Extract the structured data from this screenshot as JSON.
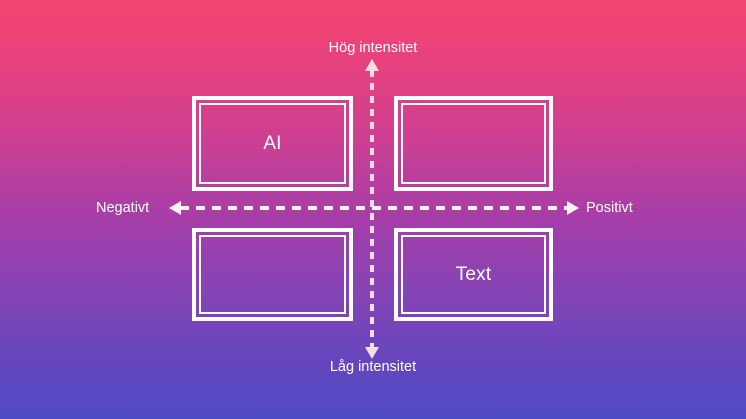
{
  "diagram": {
    "type": "two-axis-quadrant-matrix",
    "background": {
      "gradient_from": "#F5446F",
      "gradient_mid": "#A63EA9",
      "gradient_to": "#4F4BC4",
      "direction": "top-to-bottom"
    },
    "axes": {
      "vertical": {
        "top_label": "Hög intensitet",
        "bottom_label": "Låg intensitet",
        "line_color": "#FBDCE0",
        "style": "dashed-double-arrow"
      },
      "horizontal": {
        "left_label": "Negativt",
        "right_label": "Positivt",
        "line_color": "#FDF0F1",
        "style": "dashed-double-arrow"
      }
    },
    "quadrants": [
      {
        "position": "top-left",
        "label": "AI",
        "border_color": "#FFFFFF"
      },
      {
        "position": "top-right",
        "label": "",
        "border_color": "#FFFFFF"
      },
      {
        "position": "bottom-left",
        "label": "",
        "border_color": "#FFFFFF"
      },
      {
        "position": "bottom-right",
        "label": "Text",
        "border_color": "#FFFFFF"
      }
    ]
  }
}
